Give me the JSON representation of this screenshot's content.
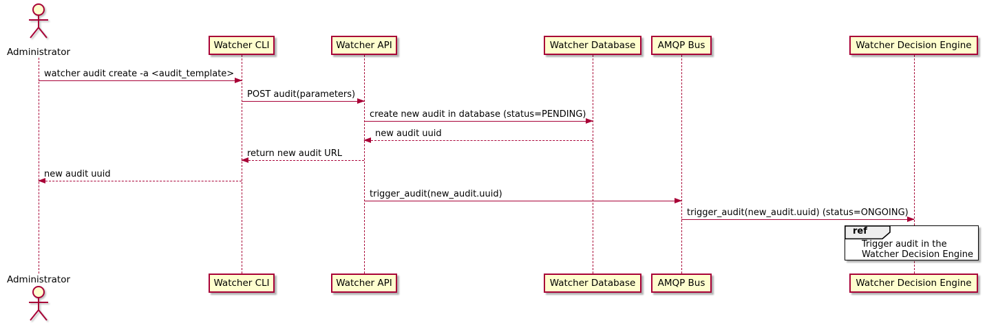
{
  "diagram": {
    "type": "uml-sequence-diagram",
    "actor": {
      "label": "Administrator"
    },
    "participants": [
      {
        "label": "Watcher CLI"
      },
      {
        "label": "Watcher API"
      },
      {
        "label": "Watcher Database"
      },
      {
        "label": "AMQP Bus"
      },
      {
        "label": "Watcher Decision Engine"
      }
    ],
    "messages": [
      {
        "from": "Administrator",
        "to": "Watcher CLI",
        "label": "watcher audit create -a <audit_template>",
        "line": "solid",
        "direction": "right"
      },
      {
        "from": "Watcher CLI",
        "to": "Watcher API",
        "label": "POST audit(parameters)",
        "line": "solid",
        "direction": "right"
      },
      {
        "from": "Watcher API",
        "to": "Watcher Database",
        "label": "create new audit in database (status=PENDING)",
        "line": "solid",
        "direction": "right"
      },
      {
        "from": "Watcher Database",
        "to": "Watcher API",
        "label": "new audit uuid",
        "line": "dashed",
        "direction": "left"
      },
      {
        "from": "Watcher API",
        "to": "Watcher CLI",
        "label": "return new audit URL",
        "line": "dashed",
        "direction": "left"
      },
      {
        "from": "Watcher CLI",
        "to": "Administrator",
        "label": "new audit uuid",
        "line": "dashed",
        "direction": "left"
      },
      {
        "from": "Watcher API",
        "to": "AMQP Bus",
        "label": "trigger_audit(new_audit.uuid)",
        "line": "solid",
        "direction": "right"
      },
      {
        "from": "AMQP Bus",
        "to": "Watcher Decision Engine",
        "label": "trigger_audit(new_audit.uuid) (status=ONGOING)",
        "line": "solid",
        "direction": "right"
      }
    ],
    "ref_fragment": {
      "keyword": "ref",
      "over": "Watcher Decision Engine",
      "line1": "Trigger audit in the",
      "line2": "Watcher Decision Engine"
    },
    "colors": {
      "stroke": "#A80036",
      "participant_fill": "#FEFECE",
      "text": "#000000",
      "frame_border": "#000000",
      "frame_label_fill": "#EEEEEE",
      "background": "#FFFFFF"
    }
  }
}
